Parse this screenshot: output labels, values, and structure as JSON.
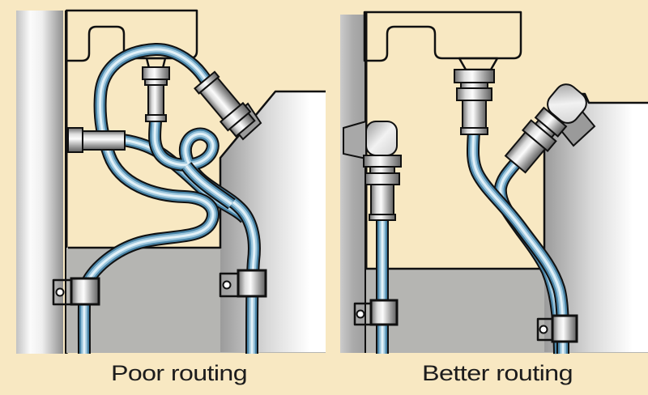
{
  "figure": {
    "kind": "hydraulic-hose-routing-comparison-illustration",
    "panels": [
      {
        "id": "left",
        "label": "Poor routing"
      },
      {
        "id": "right",
        "label": "Better routing"
      }
    ]
  },
  "colors": {
    "background": "#F8E8C2",
    "machine_base_gray": "#B5B5B2",
    "manifold_gray": "#B6B6B6",
    "hose_blue": "#4A85A8",
    "hose_highlight": "#E2F1F8",
    "outline_black": "#101010",
    "label_text": "#1C1C1C"
  }
}
